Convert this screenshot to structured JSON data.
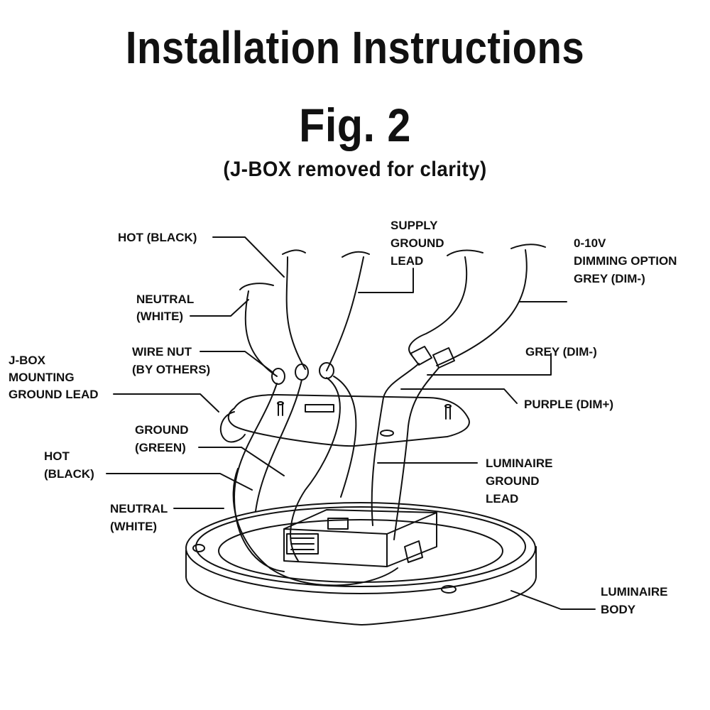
{
  "header": {
    "title": "Installation Instructions",
    "figure": "Fig. 2",
    "subtitle": "(J-BOX removed for clarity)"
  },
  "labels": {
    "hot_black_top": "HOT (BLACK)",
    "neutral_white_top": [
      "NEUTRAL",
      "(WHITE)"
    ],
    "supply_ground_lead": [
      "SUPPLY",
      "GROUND",
      "LEAD"
    ],
    "dimming_option": [
      "0-10V",
      "DIMMING OPTION",
      "GREY (DIM-)"
    ],
    "jbox_ground_lead": [
      "J-BOX",
      "MOUNTING",
      "GROUND LEAD"
    ],
    "wire_nut": [
      "WIRE NUT",
      "(BY OTHERS)"
    ],
    "grey_dim_minus": "GREY (DIM-)",
    "purple_dim_plus": "PURPLE (DIM+)",
    "ground_green": [
      "GROUND",
      "(GREEN)"
    ],
    "hot_black_bottom": [
      "HOT",
      "(BLACK)"
    ],
    "neutral_white_bottom": [
      "NEUTRAL",
      "(WHITE)"
    ],
    "luminaire_ground_lead": [
      "LUMINAIRE",
      "GROUND",
      "LEAD"
    ],
    "luminaire_body": [
      "LUMINAIRE",
      "BODY"
    ]
  }
}
